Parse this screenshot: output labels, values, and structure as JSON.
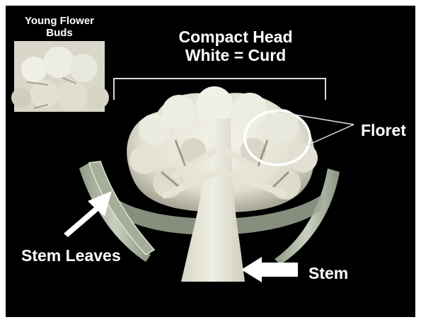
{
  "title": {
    "line1": "Compact Head",
    "line2": "White = Curd"
  },
  "inset": {
    "line1": "Young Flower",
    "line2": "Buds"
  },
  "labels": {
    "floret": "Floret",
    "stem_leaves": "Stem Leaves",
    "stem": "Stem"
  },
  "colors": {
    "background": "#000000",
    "curd": "#ecebdf",
    "curd_shadow": "#b9b7a5",
    "leaf": "#b8c1ad",
    "annotation": "#ffffff"
  }
}
